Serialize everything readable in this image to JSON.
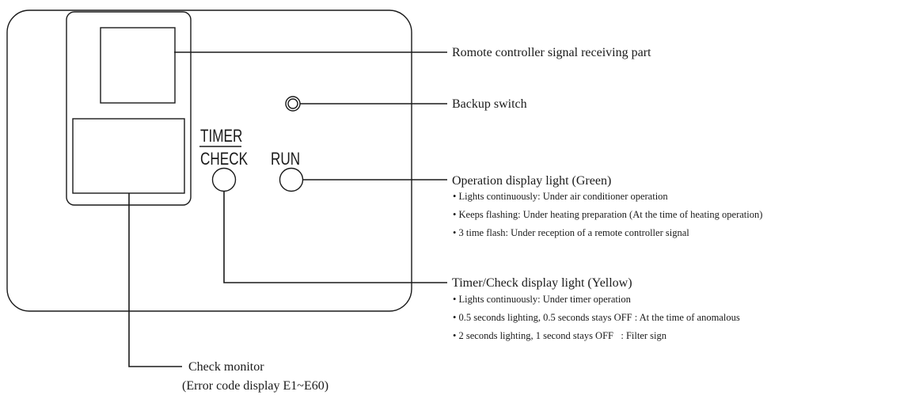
{
  "panel": {
    "timer_label": "TIMER",
    "check_label": "CHECK",
    "run_label": "RUN"
  },
  "callouts": {
    "receiver": {
      "title": "Romote controller signal receiving part"
    },
    "backup": {
      "title": "Backup switch"
    },
    "operation": {
      "title": "Operation display light (Green)",
      "notes": [
        "• Lights continuously: Under air conditioner operation",
        "• Keeps flashing: Under heating preparation (At the time of heating operation)",
        "• 3 time flash: Under reception of a remote controller signal"
      ]
    },
    "timer_check": {
      "title": "Timer/Check display light (Yellow)",
      "notes": [
        "• Lights continuously: Under timer operation",
        "• 0.5 seconds lighting, 0.5 seconds stays OFF : At the time of anomalous",
        "• 2 seconds lighting, 1 second stays OFF   : Filter sign"
      ]
    },
    "check_monitor": {
      "title": "Check monitor",
      "subtitle": "(Error code display E1~E60)"
    }
  }
}
